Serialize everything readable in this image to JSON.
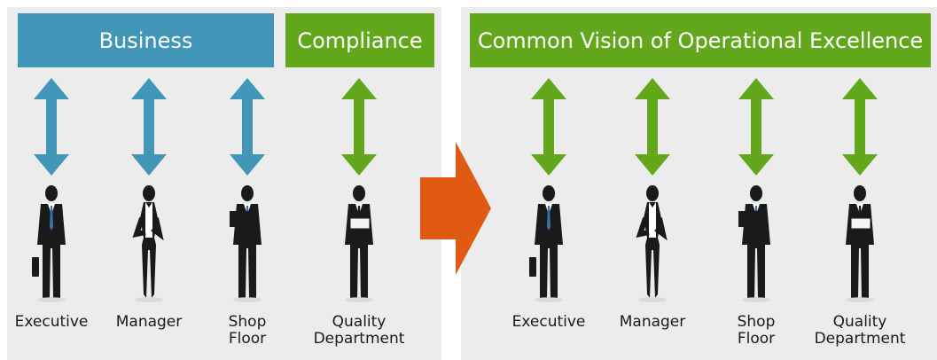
{
  "left_panel": {
    "banner_business": "Business",
    "banner_compliance": "Compliance",
    "roles": [
      {
        "label": "Executive",
        "type": "executive",
        "arrow_color": "#4296b8"
      },
      {
        "label": "Manager",
        "type": "manager",
        "arrow_color": "#4296b8"
      },
      {
        "label": "Shop\nFloor",
        "type": "shopfloor",
        "arrow_color": "#4296b8"
      },
      {
        "label": "Quality\nDepartment",
        "type": "quality",
        "arrow_color": "#63a81c"
      }
    ]
  },
  "right_panel": {
    "banner": "Common Vision of Operational Excellence",
    "roles": [
      {
        "label": "Executive",
        "type": "executive",
        "arrow_color": "#63a81c"
      },
      {
        "label": "Manager",
        "type": "manager",
        "arrow_color": "#63a81c"
      },
      {
        "label": "Shop\nFloor",
        "type": "shopfloor",
        "arrow_color": "#63a81c"
      },
      {
        "label": "Quality\nDepartment",
        "type": "quality",
        "arrow_color": "#63a81c"
      }
    ]
  },
  "colors": {
    "business_blue": "#4296b8",
    "compliance_green": "#63a81c",
    "transition_orange": "#e05a13",
    "panel_background": "#ececec"
  },
  "icons": {
    "arrow": "double-headed-vertical-arrow-icon",
    "transition": "right-arrow-icon",
    "person": "person-silhouette-icon"
  }
}
